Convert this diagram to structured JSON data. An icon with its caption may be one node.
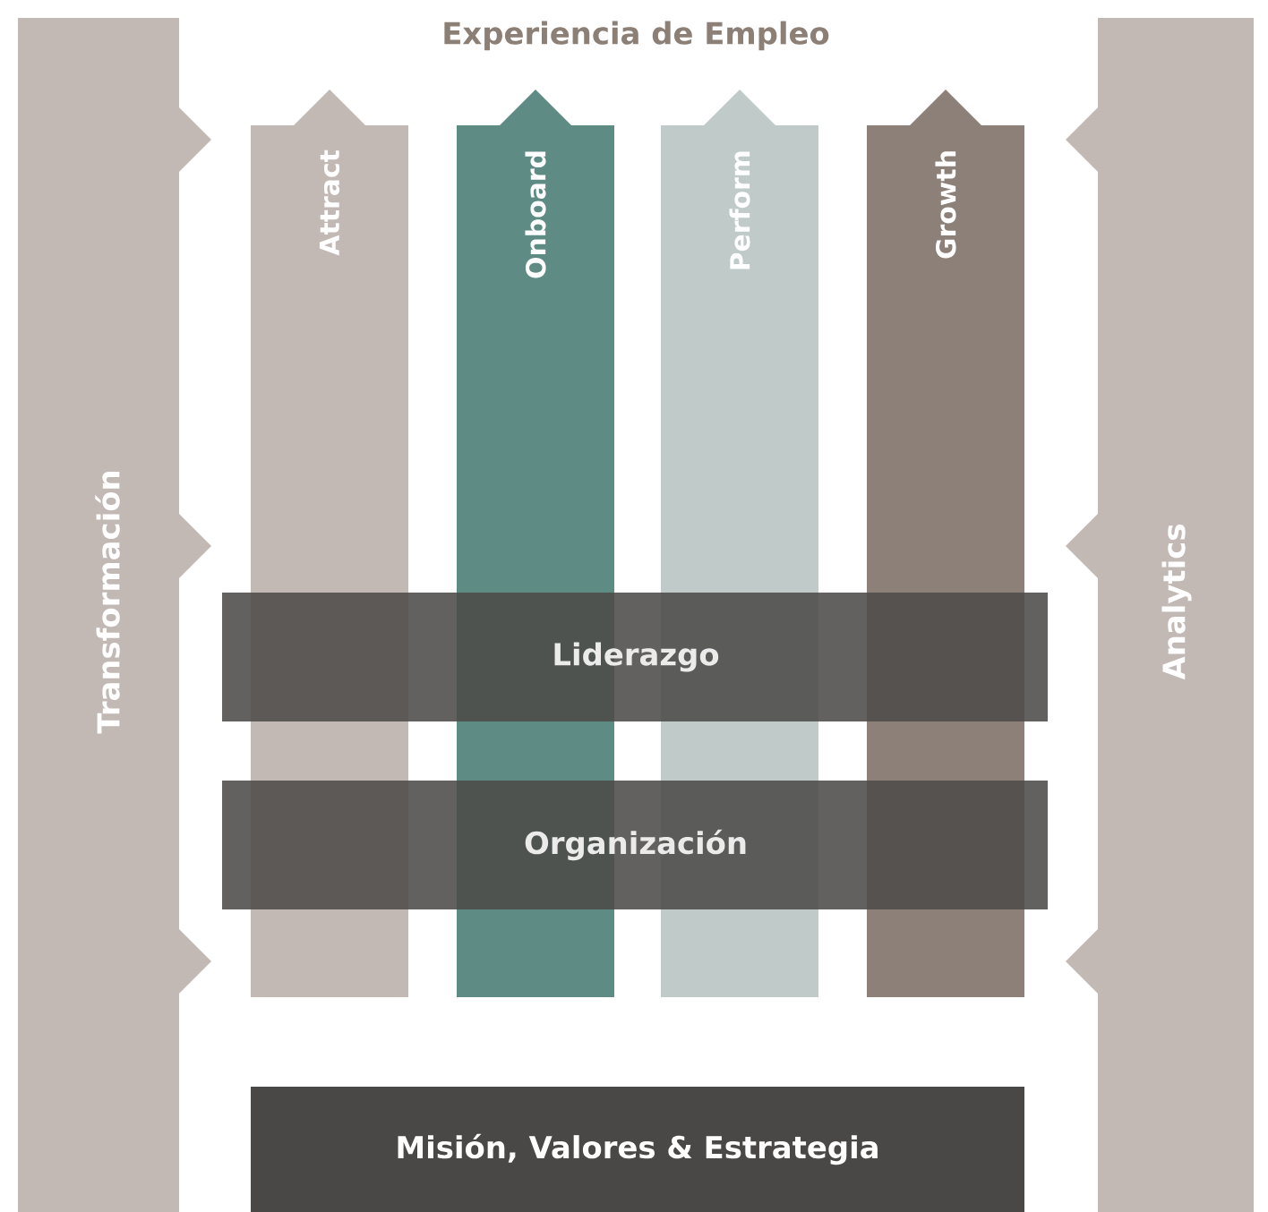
{
  "diagram": {
    "title": "Experiencia de Empleo",
    "nodes": [
      {
        "text": [
          "Transformación"
        ]
      },
      {
        "text": [
          "Attract"
        ]
      },
      {
        "text": [
          "Onboard"
        ]
      },
      {
        "text": [
          "Perform"
        ]
      },
      {
        "text": [
          "Growth"
        ]
      },
      {
        "text": [
          "Analytics"
        ]
      },
      {
        "text": [
          "Liderazgo"
        ]
      },
      {
        "text": [
          "Organización"
        ]
      },
      {
        "text": [
          "Misión, Valores & Estrategia"
        ]
      }
    ],
    "edges": []
  }
}
